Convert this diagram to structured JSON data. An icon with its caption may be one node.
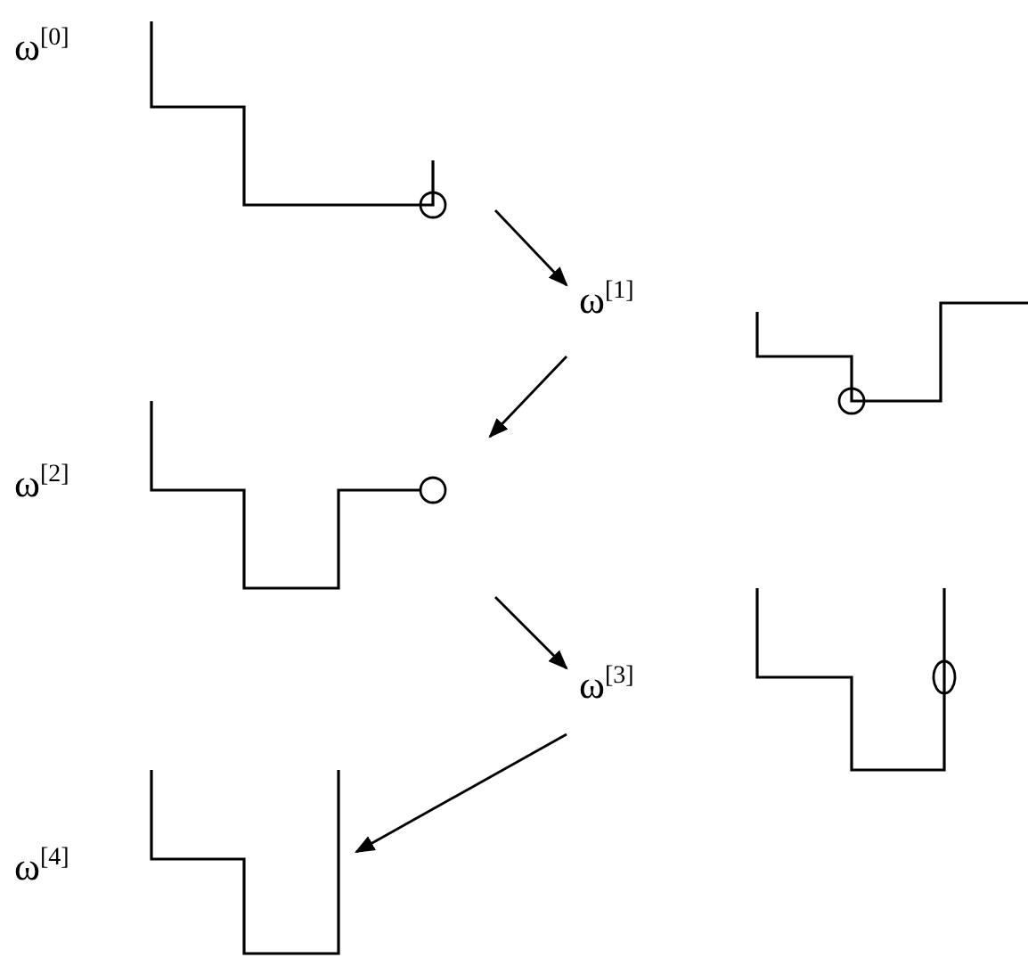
{
  "diagram": {
    "nodes": [
      {
        "text": [
          "ω$^{[0]}$"
        ]
      },
      {
        "text": [
          "ω$^{[1]}$"
        ]
      },
      {
        "text": [
          "ω$^{[2]}$"
        ]
      },
      {
        "text": [
          "ω$^{[3]}$"
        ]
      },
      {
        "text": [
          "ω$^{[4]}$"
        ]
      }
    ],
    "edges": [
      {
        "from": 0,
        "to": 1,
        "arrow": "to"
      },
      {
        "from": 1,
        "to": 2,
        "arrow": "to"
      },
      {
        "from": 2,
        "to": 3,
        "arrow": "to"
      },
      {
        "from": 3,
        "to": 4,
        "arrow": "to"
      }
    ]
  }
}
